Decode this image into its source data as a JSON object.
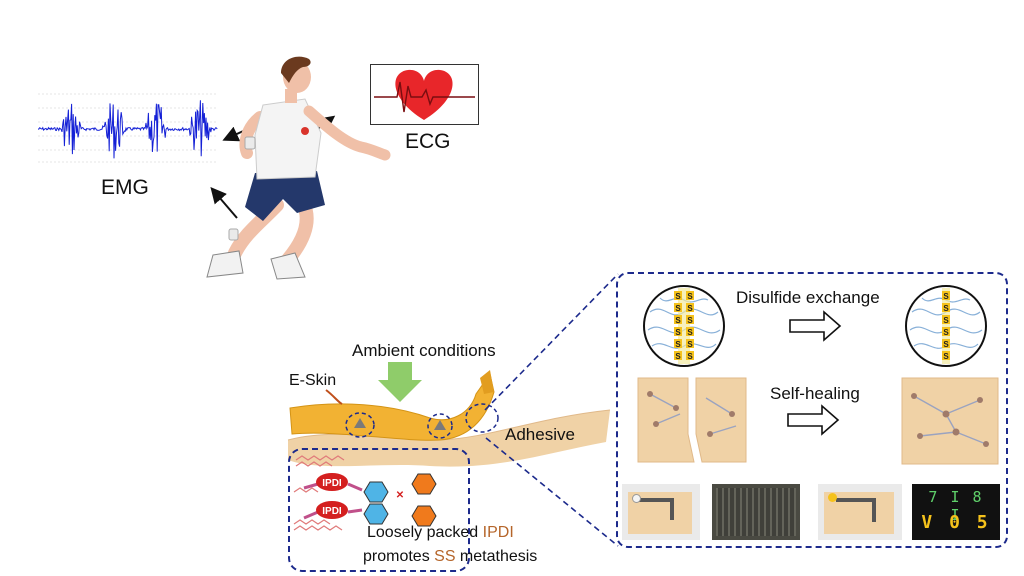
{
  "labels": {
    "emg": "EMG",
    "ecg": "ECG",
    "ambient": "Ambient conditions",
    "eskin": "E-Skin",
    "adhesive": "Adhesive",
    "disulfide": "Disulfide exchange",
    "selfheal": "Self-healing",
    "caption_a1": "Loosely packed ",
    "caption_a2": "IPDI",
    "caption_b1": "promotes ",
    "caption_b2": "SS",
    "caption_b3": " metathesis",
    "ipdi_tag": "IPDI",
    "sulfur": "S",
    "seg_top": "7 I 8 I",
    "seg_bottom": "V 0 5"
  },
  "colors": {
    "emg_signal": "#1420d6",
    "heart": "#e8262a",
    "dash_border": "#1c2a8c",
    "skin": "#f2b233",
    "adhesive": "#f0d2a6",
    "ipdi_red": "#d41f1f",
    "hexagon_blue": "#4fb4e6",
    "hexagon_orange": "#f07a1c",
    "highlight_text": "#b5652a",
    "led": "#f5c21b"
  },
  "icons": [
    "runner-figure",
    "heart-icon",
    "arrow-right-icon",
    "down-arrow-icon"
  ]
}
